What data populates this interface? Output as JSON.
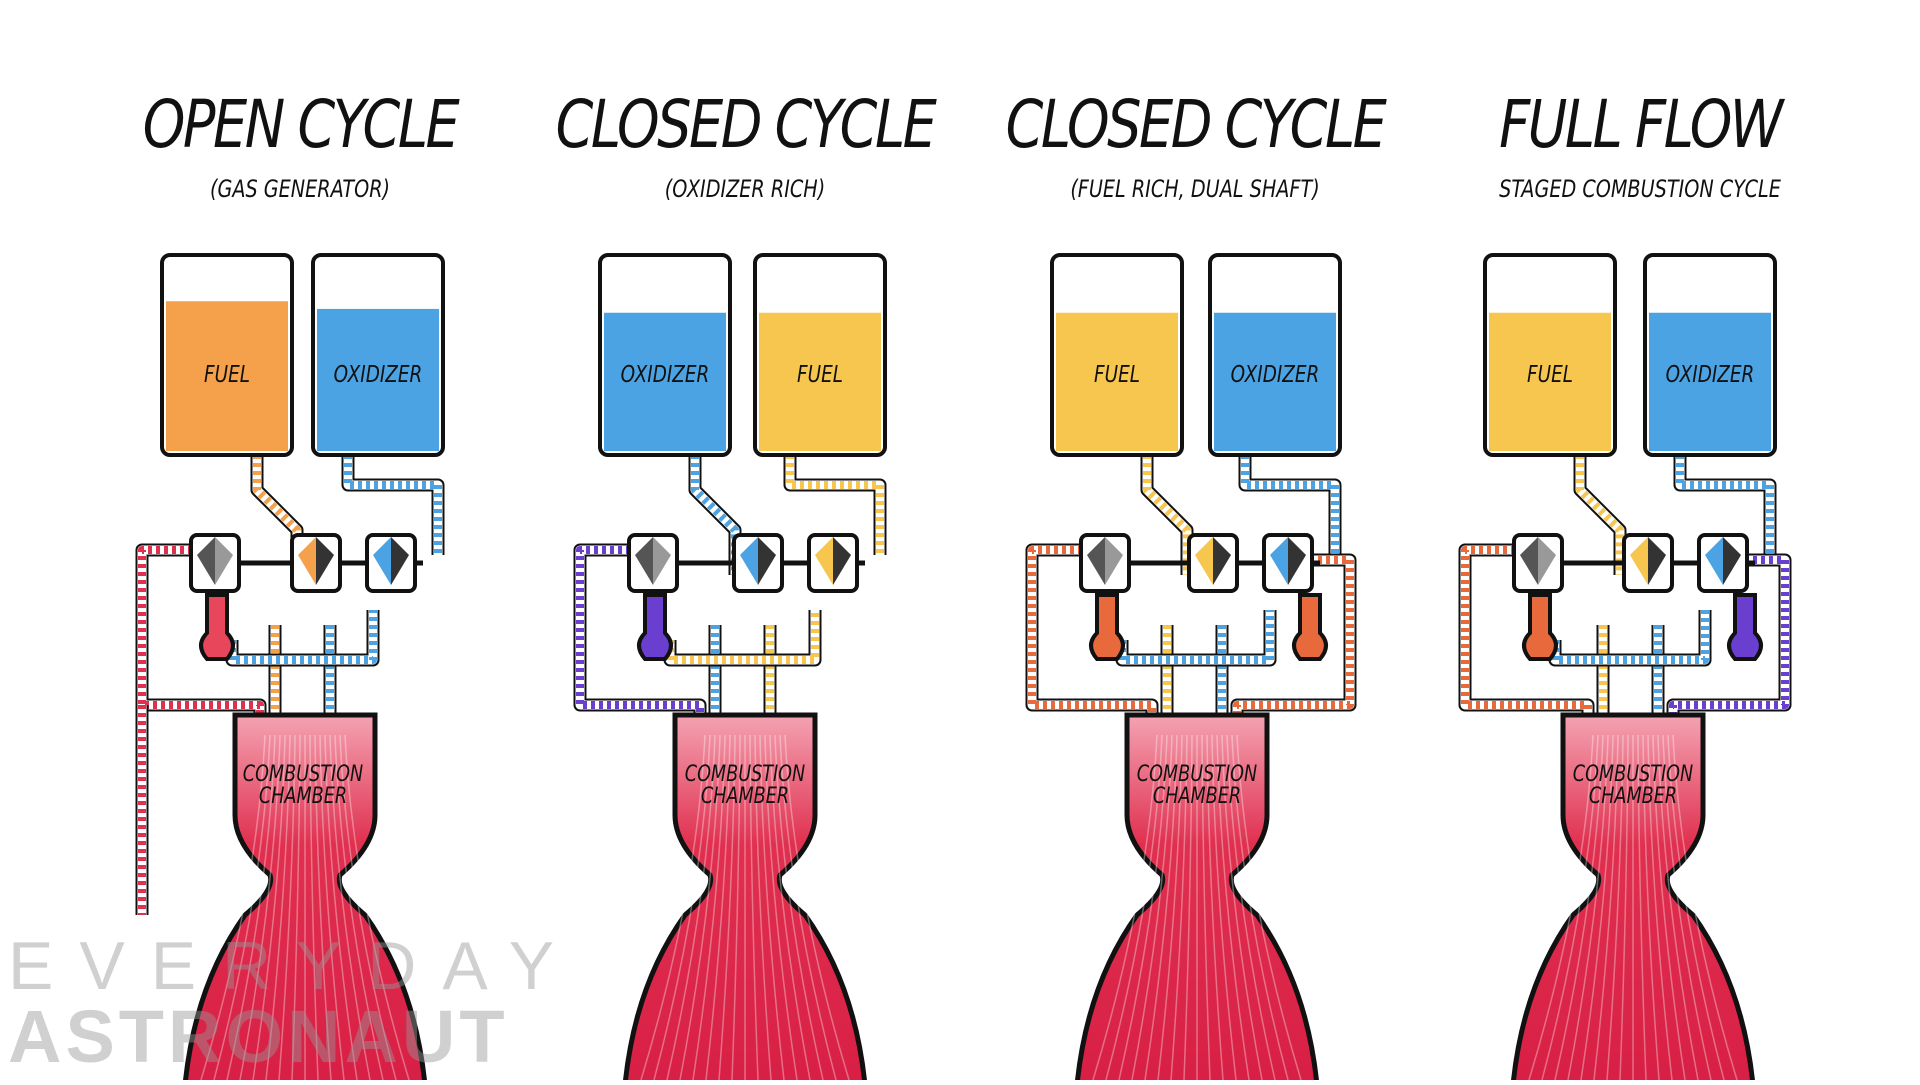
{
  "panels": [
    {
      "title": "OPEN CYCLE",
      "subtitle": "(GAS GENERATOR)",
      "left_tank": {
        "label": "FUEL",
        "color": "#f5a04a",
        "fill": 0.78
      },
      "right_tank": {
        "label": "OXIDIZER",
        "color": "#4ba3e3",
        "fill": 0.74
      },
      "chamber_label_1": "COMBUSTION",
      "chamber_label_2": "CHAMBER"
    },
    {
      "title": "CLOSED CYCLE",
      "subtitle": "(OXIDIZER RICH)",
      "left_tank": {
        "label": "OXIDIZER",
        "color": "#4ba3e3",
        "fill": 0.72
      },
      "right_tank": {
        "label": "FUEL",
        "color": "#f6c64e",
        "fill": 0.72
      },
      "chamber_label_1": "COMBUSTION",
      "chamber_label_2": "CHAMBER"
    },
    {
      "title": "CLOSED CYCLE",
      "subtitle": "(FUEL RICH, DUAL SHAFT)",
      "left_tank": {
        "label": "FUEL",
        "color": "#f6c64e",
        "fill": 0.72
      },
      "right_tank": {
        "label": "OXIDIZER",
        "color": "#4ba3e3",
        "fill": 0.72
      },
      "chamber_label_1": "COMBUSTION",
      "chamber_label_2": "CHAMBER"
    },
    {
      "title": "FULL FLOW",
      "subtitle": "STAGED COMBUSTION CYCLE",
      "left_tank": {
        "label": "FUEL",
        "color": "#f6c64e",
        "fill": 0.72
      },
      "right_tank": {
        "label": "OXIDIZER",
        "color": "#4ba3e3",
        "fill": 0.72
      },
      "chamber_label_1": "COMBUSTION",
      "chamber_label_2": "CHAMBER"
    }
  ],
  "watermark": {
    "line1": "EVERYDAY",
    "line2": "ASTRONAUT"
  },
  "colors": {
    "fuel_orange": "#f5a04a",
    "fuel_yellow": "#f6c64e",
    "oxidizer_blue": "#4ba3e3",
    "exhaust_red": "#e0304f",
    "preburner_purple": "#6a3fd0",
    "preburner_orange": "#e86a3c"
  }
}
